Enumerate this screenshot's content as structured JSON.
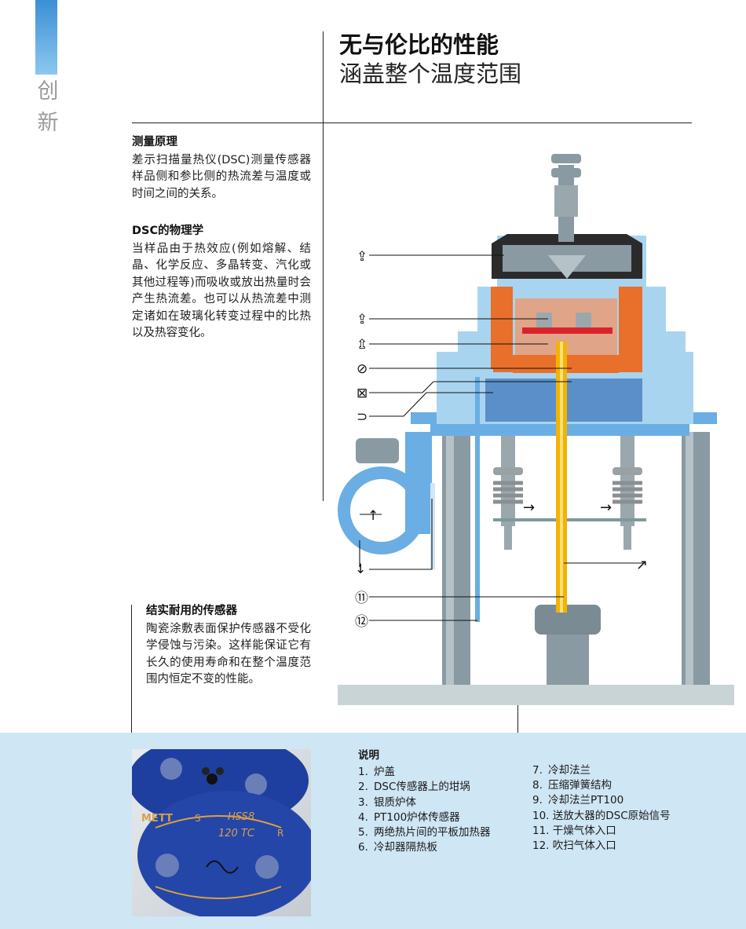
{
  "sidebar": {
    "chars": [
      "创",
      "新"
    ]
  },
  "header": {
    "title": "无与伦比的性能",
    "subtitle": "涵盖整个温度范围"
  },
  "sections": {
    "principle": {
      "heading": "测量原理",
      "body": "差示扫描量热仪(DSC)测量传感器样品侧和参比侧的热流差与温度或时间之间的关系。"
    },
    "physics": {
      "heading": "DSC的物理学",
      "body": "当样品由于热效应(例如熔解、结晶、化学反应、多晶转变、汽化或其他过程等)而吸收或放出热量时会产生热流差。也可以从热流差中测定诸如在玻璃化转变过程中的比热以及热容变化。"
    },
    "sensor": {
      "heading": "结实耐用的传感器",
      "body": "陶瓷涂敷表面保护传感器不受化学侵蚀与污染。这样能保证它有长久的使用寿命和在整个温度范围内恒定不变的性能。"
    }
  },
  "legend": {
    "heading": "说明",
    "col1": [
      {
        "num": "1.",
        "label": "炉盖"
      },
      {
        "num": "2.",
        "label": "DSC传感器上的坩埚"
      },
      {
        "num": "3.",
        "label": "银质炉体"
      },
      {
        "num": "4.",
        "label": "PT100炉体传感器"
      },
      {
        "num": "5.",
        "label": "两绝热片间的平板加热器"
      },
      {
        "num": "6.",
        "label": "冷却器隔热板"
      }
    ],
    "col2": [
      {
        "num": "7.",
        "label": "冷却法兰"
      },
      {
        "num": "8.",
        "label": "压缩弹簧结构"
      },
      {
        "num": "9.",
        "label": "冷却法兰PT100"
      },
      {
        "num": "10.",
        "label": "送放大器的DSC原始信号"
      },
      {
        "num": "11.",
        "label": "干燥气体入口"
      },
      {
        "num": "12.",
        "label": "吹扫气体入口"
      }
    ]
  },
  "diagram": {
    "callouts": [
      "⑪",
      "⑫"
    ]
  },
  "photo": {
    "sensor_text": [
      "METT",
      "S",
      "HSS8",
      "120 TC",
      "R"
    ]
  },
  "colors": {
    "accent_blue": "#3b8fd6",
    "band": "#cfe6f4",
    "furnace_light_blue": "#a9d4f0",
    "furnace_orange": "#e8702a",
    "sensor_yellow": "#f2b400",
    "crucible_red": "#d9232a"
  }
}
